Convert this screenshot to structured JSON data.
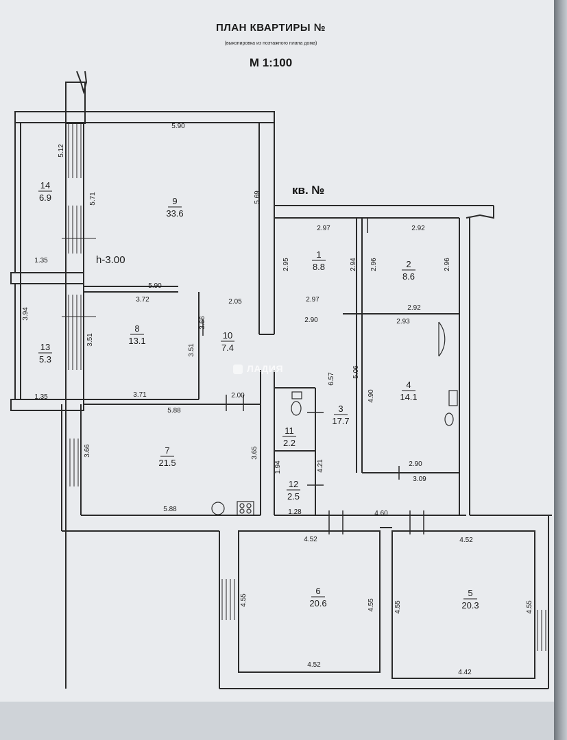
{
  "header": {
    "title": "ПЛАН КВАРТИРЫ №",
    "subtitle": "(выкопировка из поэтажного плана дома)",
    "scale": "М 1:100"
  },
  "apartment_label": "кв. №",
  "ceiling_height": "h-3.00",
  "watermark": "ЛАДИЯ",
  "rooms": [
    {
      "num": "1",
      "area": "8.8"
    },
    {
      "num": "2",
      "area": "8.6"
    },
    {
      "num": "3",
      "area": "17.7"
    },
    {
      "num": "4",
      "area": "14.1"
    },
    {
      "num": "5",
      "area": "20.3"
    },
    {
      "num": "6",
      "area": "20.6"
    },
    {
      "num": "7",
      "area": "21.5"
    },
    {
      "num": "8",
      "area": "13.1"
    },
    {
      "num": "9",
      "area": "33.6"
    },
    {
      "num": "10",
      "area": "7.4"
    },
    {
      "num": "11",
      "area": "2.2"
    },
    {
      "num": "12",
      "area": "2.5"
    },
    {
      "num": "13",
      "area": "5.3"
    },
    {
      "num": "14",
      "area": "6.9"
    }
  ],
  "dimensions": [
    "5.90",
    "5.12",
    "5.71",
    "5.69",
    "1.35",
    "2.97",
    "2.92",
    "2.95",
    "2.94",
    "2.96",
    "2.96",
    "5.90",
    "3.72",
    "2.05",
    "2.97",
    "2.92",
    "3.94",
    "3.66",
    "2.90",
    "2.93",
    "3.51",
    "3.51",
    "5.06",
    "6.57",
    "1.35",
    "3.71",
    "2.00",
    "5.88",
    "4.90",
    "3.66",
    "3.65",
    "4.21",
    "1.94",
    "2.90",
    "3.09",
    "5.88",
    "1.28",
    "4.60",
    "4.52",
    "4.52",
    "4.55",
    "4.55",
    "4.55",
    "4.55",
    "4.52",
    "4.42"
  ],
  "colors": {
    "paper": "#e9ebee",
    "wall": "#2a2a2a",
    "ink": "#1a1a1a"
  }
}
